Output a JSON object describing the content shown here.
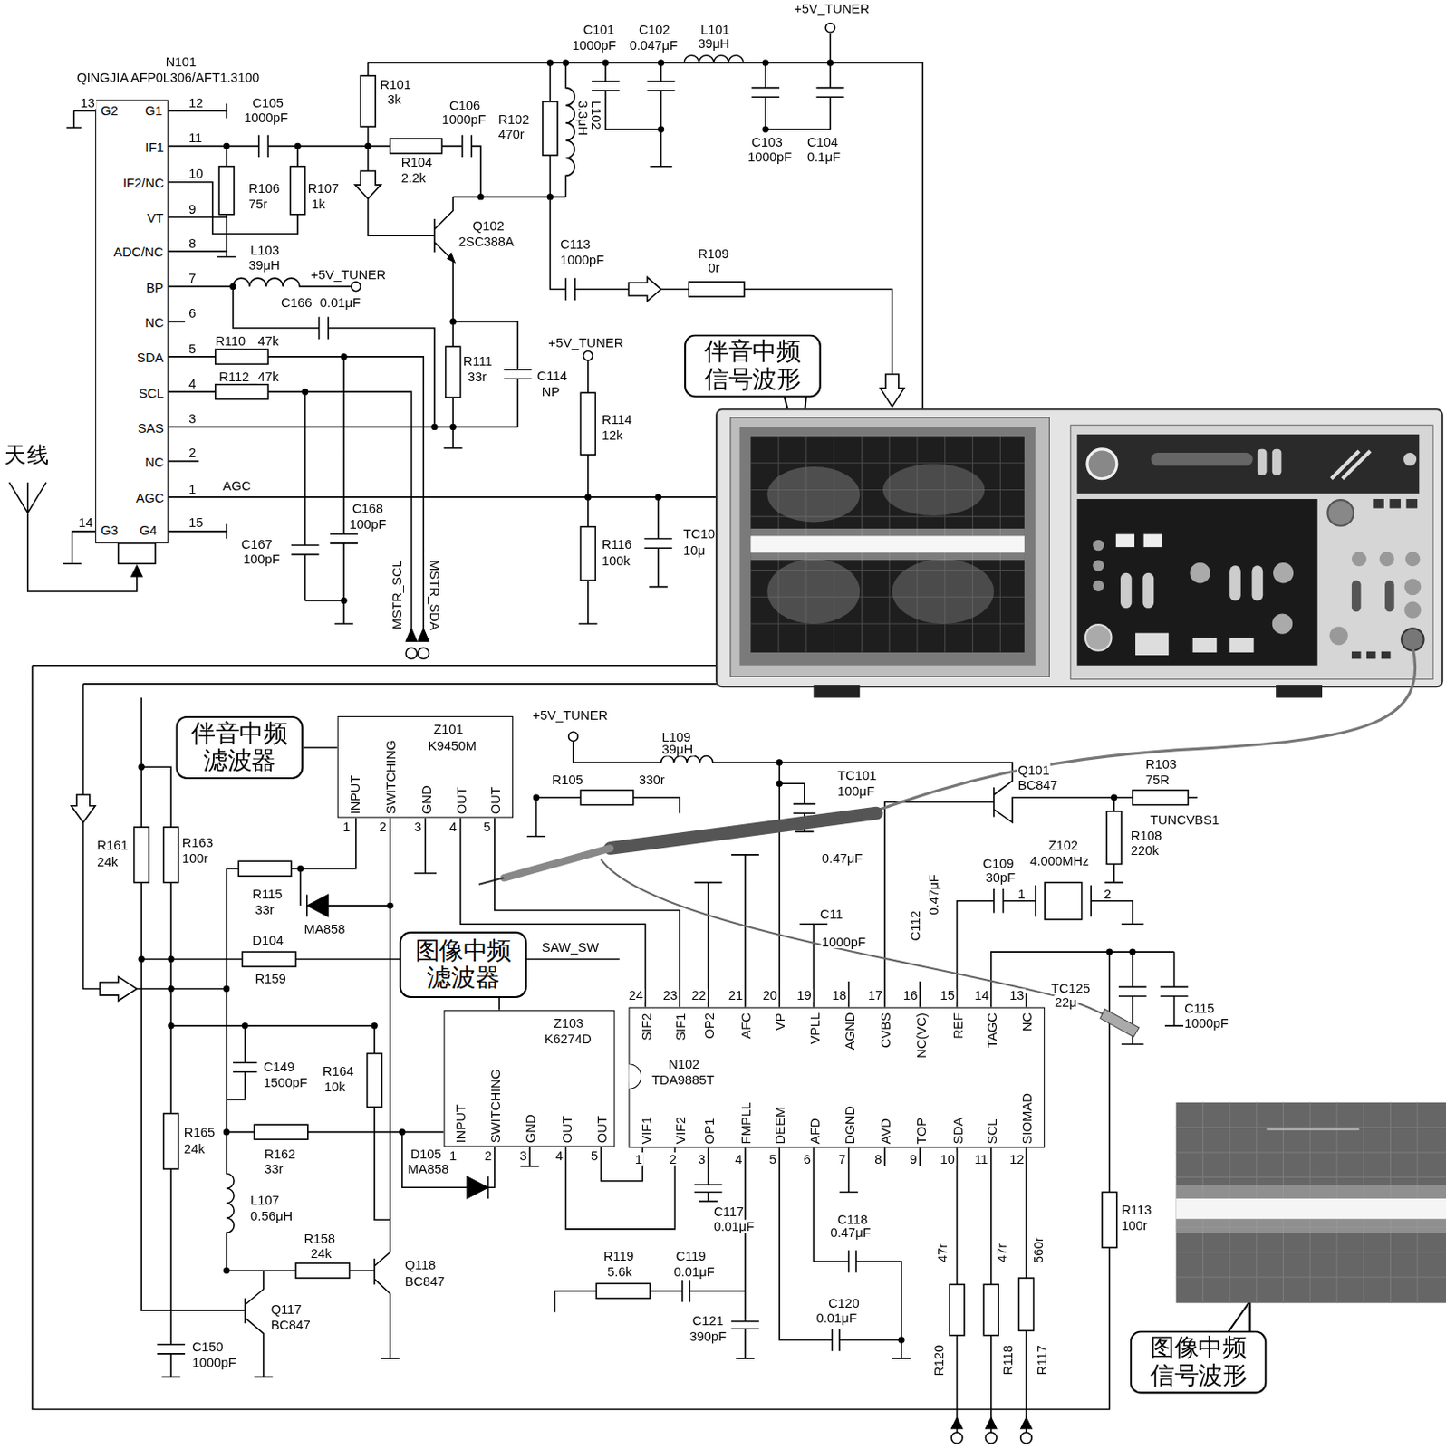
{
  "diagram": {
    "nodes": [
      {
        "text": [
          "G2",
          "G1",
          "IF1",
          "IF2/NC",
          "VT",
          "ADC/NC",
          "BP",
          "NC",
          "SDA",
          "SCL",
          "SAS",
          "NC",
          "AGC",
          "G3",
          "G4"
        ]
      },
      {
        "text": [
          "伴音中频 信号波形"
        ]
      },
      {
        "text": [
          "伴音中频 滤波器"
        ]
      },
      {
        "text": [
          "INPUT",
          "SWITCHING",
          "GND",
          "OUT",
          "OUT",
          "Z101",
          "K9450M"
        ]
      },
      {
        "text": [
          "图像中频 滤波器"
        ]
      },
      {
        "text": [
          "INPUT",
          "SWITCHING",
          "GND",
          "OUT",
          "OUT",
          "Z103",
          "K6274D"
        ]
      },
      {
        "text": [
          "SIF2",
          "SIF1",
          "OP2",
          "AFC",
          "VP",
          "VPLL",
          "AGND",
          "CVBS",
          "NC(VC)",
          "REF",
          "TAGC",
          "NC",
          "N102",
          "TDA9885T",
          "VIF1",
          "VIF2",
          "OP1",
          "FMPLL",
          "DEEM",
          "AFD",
          "DGND",
          "AVD",
          "TOP",
          "SDA",
          "SCL",
          "SIOMAD"
        ]
      },
      {
        "text": [
          "图像中频 信号波形"
        ]
      }
    ],
    "edges": [
      {
        "from": 2,
        "to": 3,
        "arrow": "none"
      },
      {
        "from": 4,
        "to": 5,
        "arrow": "none"
      },
      {
        "from": 3,
        "to": 6,
        "arrow": "none"
      },
      {
        "from": 3,
        "to": 6,
        "arrow": "none"
      },
      {
        "from": 5,
        "to": 6,
        "arrow": "none"
      },
      {
        "from": 5,
        "to": 6,
        "arrow": "none"
      }
    ],
    "labels": [
      "+5V_TUNER",
      "C101",
      "1000pF",
      "C102",
      "0.047μF",
      "L101",
      "39μH",
      "N101",
      "QINGJIA AFP0L306/AFT1.3100",
      "R101",
      "3k",
      "C105",
      "1000pF",
      "C106",
      "1000pF",
      "R102",
      "470r",
      "L102",
      "3.3μH",
      "C103",
      "1000pF",
      "C104",
      "0.1μF",
      "R104",
      "2.2k",
      "R106",
      "75r",
      "R107",
      "1k",
      "Q102",
      "2SC388A",
      "L103",
      "39μH",
      "+5V_TUNER",
      "C113",
      "1000pF",
      "R109",
      "0r",
      "C166",
      "0.01μF",
      "R110",
      "47k",
      "R112",
      "47k",
      "R111",
      "33r",
      "+5V_TUNER",
      "C114",
      "NP",
      "R114",
      "12k",
      "AGC",
      "C168",
      "100pF",
      "C167",
      "100pF",
      "R116",
      "100k",
      "TC10",
      "10μ",
      "MSTR_SCL",
      "MSTR_SDA",
      "天线",
      "13",
      "12",
      "11",
      "10",
      "9",
      "8",
      "7",
      "6",
      "5",
      "4",
      "3",
      "2",
      "1",
      "14",
      "15",
      "+5V_TUNER",
      "L109",
      "39μH",
      "R105",
      "330r",
      "TC101",
      "100μF",
      "Q101",
      "BC847",
      "R103",
      "75R",
      "TUNCVBS1",
      "C109",
      "30pF",
      "Z102",
      "4.000MHz",
      "R108",
      "220k",
      "1",
      "2",
      "0.47μF",
      "C11",
      "1000pF",
      "C112",
      "0.47μF",
      "TC125",
      "22μ",
      "C115",
      "1000pF",
      "R161",
      "24k",
      "R163",
      "100r",
      "R115",
      "33r",
      "MA858",
      "D104",
      "R159",
      "SAW_SW",
      "C149",
      "1500pF",
      "R164",
      "10k",
      "R165",
      "24k",
      "R162",
      "33r",
      "D105",
      "MA858",
      "L107",
      "0.56μH",
      "R158",
      "24k",
      "Q118",
      "BC847",
      "Q117",
      "BC847",
      "C150",
      "1000pF",
      "C117",
      "0.01μF",
      "C118",
      "0.47μF",
      "R119",
      "5.6k",
      "C119",
      "0.01μF",
      "C120",
      "0.01μF",
      "C121",
      "390pF",
      "47r",
      "47r",
      "560r",
      "R120",
      "R118",
      "R117",
      "R113",
      "100r",
      "1",
      "2",
      "3",
      "4",
      "5",
      "1",
      "2",
      "3",
      "4",
      "5",
      "24",
      "23",
      "22",
      "21",
      "20",
      "19",
      "18",
      "17",
      "16",
      "15",
      "14",
      "13",
      "1",
      "2",
      "3",
      "4",
      "5",
      "6",
      "7",
      "8",
      "9",
      "10",
      "11",
      "12"
    ]
  }
}
